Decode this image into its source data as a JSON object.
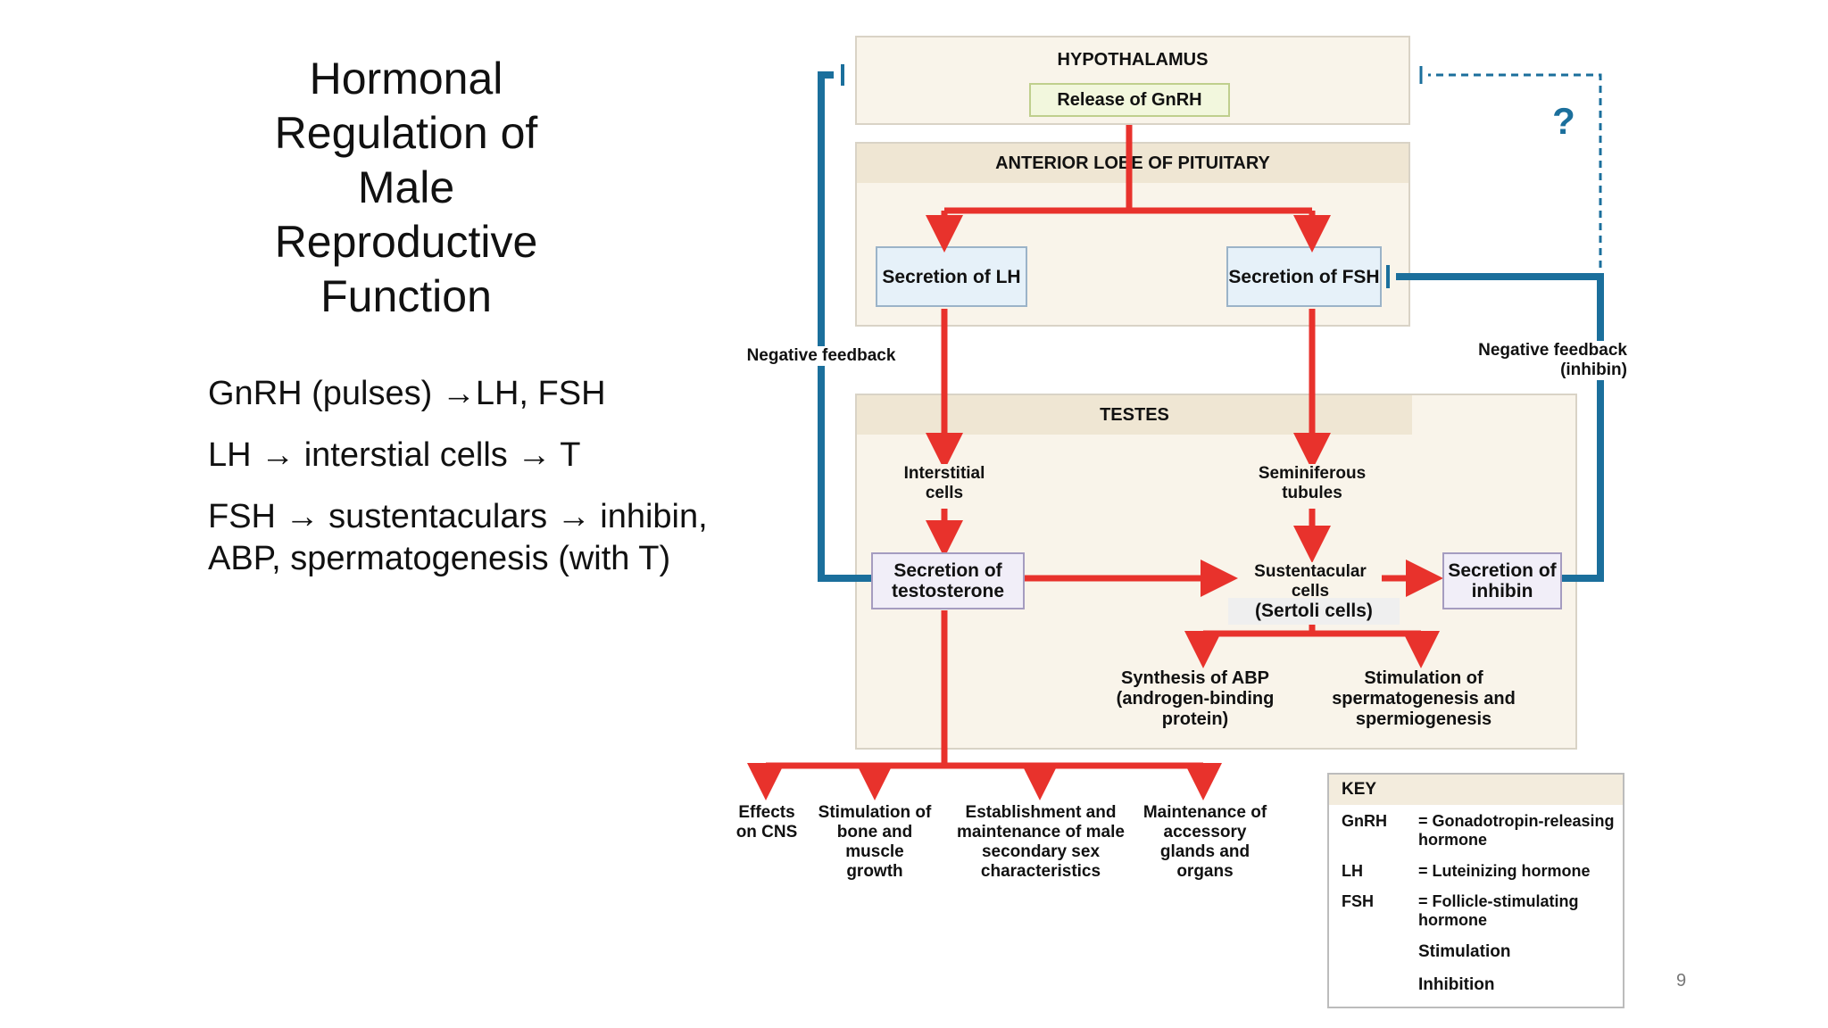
{
  "slide": {
    "title_lines": [
      "Hormonal",
      "Regulation of",
      "Male",
      "Reproductive",
      "Function"
    ],
    "bullets": [
      "GnRH (pulses) →LH, FSH",
      "LH → interstial cells → T",
      "FSH → sustentaculars → inhibin, ABP, spermatogenesis (with T)"
    ],
    "page_number": "9"
  },
  "diagram": {
    "hypothalamus": {
      "heading": "HYPOTHALAMUS",
      "box": "Release of GnRH"
    },
    "pituitary": {
      "heading": "ANTERIOR LOBE OF PITUITARY",
      "lh_box": "Secretion of LH",
      "fsh_box": "Secretion of FSH"
    },
    "testes": {
      "heading": "TESTES",
      "interstitial": "Interstitial cells",
      "seminiferous": "Seminiferous tubules",
      "testosterone_box": "Secretion of testosterone",
      "sustentacular": "Sustentacular cells",
      "sertoli": "(Sertoli cells)",
      "inhibin_box": "Secretion of inhibin",
      "abp": "Synthesis of ABP (androgen-binding protein)",
      "spermatogenesis": "Stimulation of spermatogenesis and spermiogenesis"
    },
    "neg_feedback_left": "Negative feedback",
    "neg_feedback_right": "Negative feedback (inhibin)",
    "question_mark": "?",
    "effects": [
      "Effects on CNS",
      "Stimulation of bone and muscle growth",
      "Establishment and maintenance of male secondary sex characteristics",
      "Maintenance of accessory glands and organs"
    ],
    "key": {
      "heading": "KEY",
      "entries": [
        {
          "abbr": "GnRH",
          "definition": "= Gonadotropin-releasing hormone"
        },
        {
          "abbr": "LH",
          "definition": "= Luteinizing hormone"
        },
        {
          "abbr": "FSH",
          "definition": "= Follicle-stimulating hormone"
        }
      ],
      "stimulation": "Stimulation",
      "inhibition": "Inhibition"
    },
    "colors": {
      "stimulation": "#e8322c",
      "inhibition": "#1b6f9c"
    }
  }
}
